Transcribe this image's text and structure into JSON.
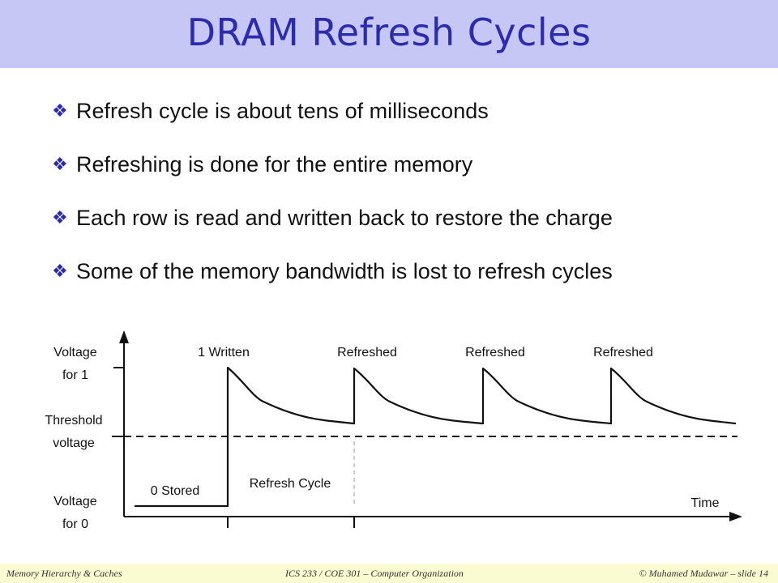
{
  "title": "DRAM Refresh Cycles",
  "bullet_icon": "diamond-bullet-icon",
  "bullets": [
    "Refresh cycle is about tens of milliseconds",
    "Refreshing is done for the entire memory",
    "Each row is read and written back to restore the charge",
    "Some of the memory bandwidth is lost to refresh cycles"
  ],
  "diagram": {
    "y_labels": {
      "voltage1_line1": "Voltage",
      "voltage1_line2": "for 1",
      "threshold_line1": "Threshold",
      "threshold_line2": "voltage",
      "voltage0_line1": "Voltage",
      "voltage0_line2": "for 0"
    },
    "top_labels": [
      "1 Written",
      "Refreshed",
      "Refreshed",
      "Refreshed"
    ],
    "stored_label": "0 Stored",
    "refresh_cycle_label": "Refresh Cycle",
    "time_label": "Time"
  },
  "footer": {
    "left": "Memory Hierarchy & Caches",
    "center": "ICS 233 / COE 301 – Computer Organization",
    "right": "© Muhamed Mudawar – slide 14"
  },
  "colors": {
    "title": "#2b2bb0",
    "title_bar": "#c7c7f5",
    "footer_bar": "#fbfbd2"
  }
}
